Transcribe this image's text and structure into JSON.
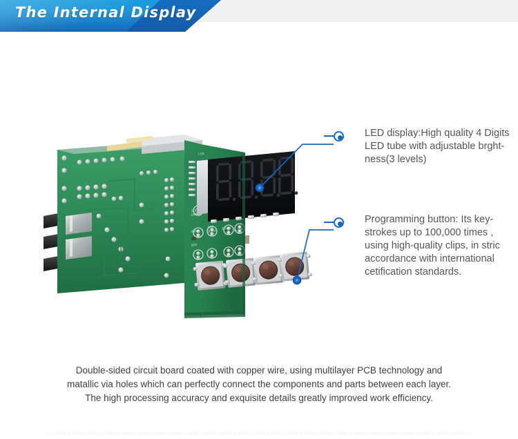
{
  "header": {
    "title": "The Internal Display",
    "banner_color": "#1b9ddd",
    "banner_dark_color": "#1668bb",
    "strip_color": "#f1f1f1"
  },
  "accent_color": "#1668c4",
  "callouts": [
    {
      "id": "led-display",
      "marker": "bullseye-dot",
      "text": "LED display:High quality 4 Digits LED tube with adjustable brght-ness(3 levels)"
    },
    {
      "id": "programming-button",
      "marker": "bullseye-dot",
      "text": "Programming button:  Its key-strokes up to 100,000 times , using high-quality clips, in stric accordance with international cetification standards."
    }
  ],
  "product": {
    "name": "digital-panel-meter-pcb",
    "pcb_color": "#2f8f5b",
    "led_panel_color": "#0d0f12",
    "led_digits": "8.8.8.8.",
    "digit_count": 4,
    "button_count": 4,
    "button_cap_color": "#6e4a3c",
    "terminal_color": "#2a2a2a"
  },
  "bottom_text": {
    "line1": "Double-sided circuit board coated with copper wire,   using multilayer PCB technology and",
    "line2": "matallic via holes which can perfectly connect the components and parts between each layer.",
    "line3": "The high processing accuracy and exquisite details greatly improved work efficiency."
  }
}
